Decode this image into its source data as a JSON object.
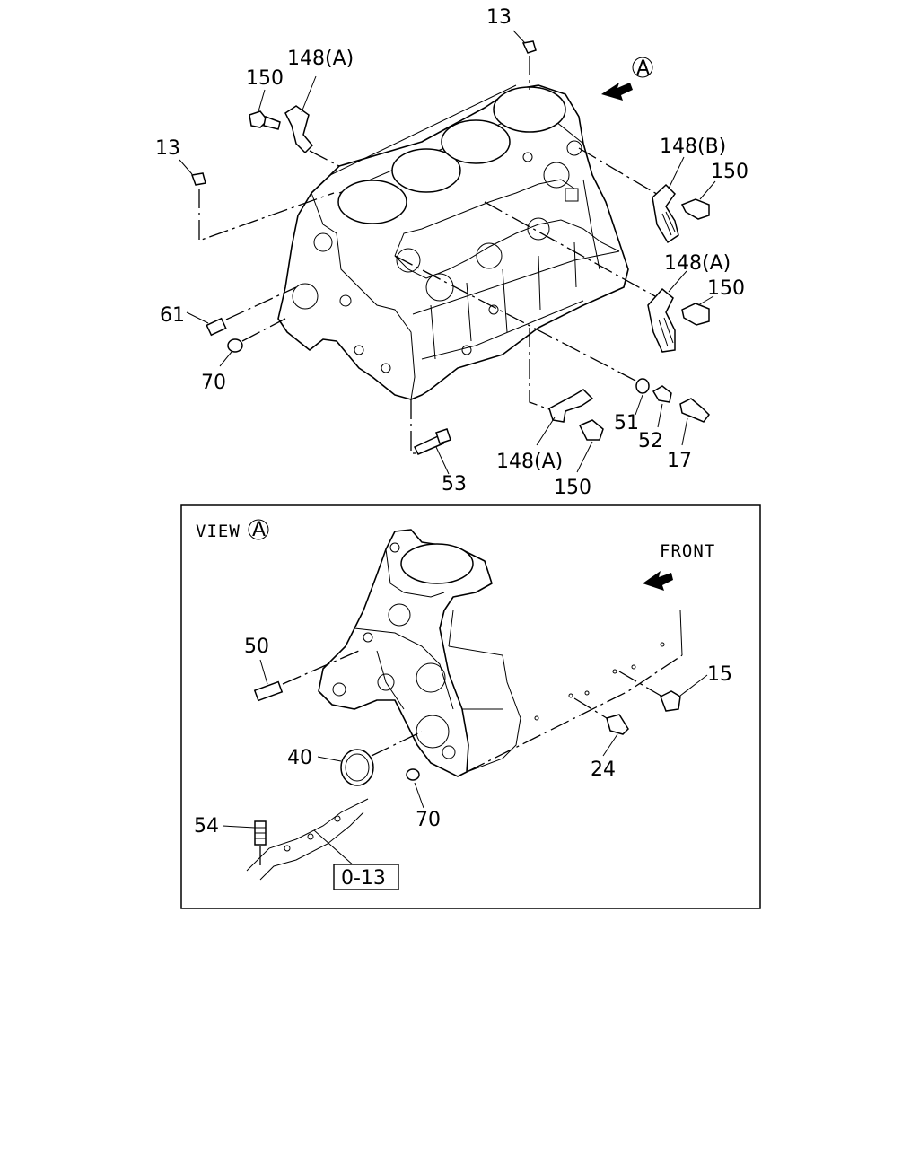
{
  "labels": {
    "p13_top": "13",
    "p13_left": "13",
    "p148a_top": "148(A)",
    "p150_top": "150",
    "p148b": "148(B)",
    "p150_b": "150",
    "p148a_mid": "148(A)",
    "p150_mid": "150",
    "p61": "61",
    "p70_top": "70",
    "p51": "51",
    "p52": "52",
    "p17": "17",
    "p148a_bot": "148(A)",
    "p150_bot": "150",
    "p53": "53",
    "view_text": "VIEW",
    "view_letter": "A",
    "view_letter_top": "A",
    "front": "FRONT",
    "p50": "50",
    "p15": "15",
    "p40": "40",
    "p24": "24",
    "p70_view": "70",
    "p54": "54",
    "ref_box": "0-13"
  }
}
